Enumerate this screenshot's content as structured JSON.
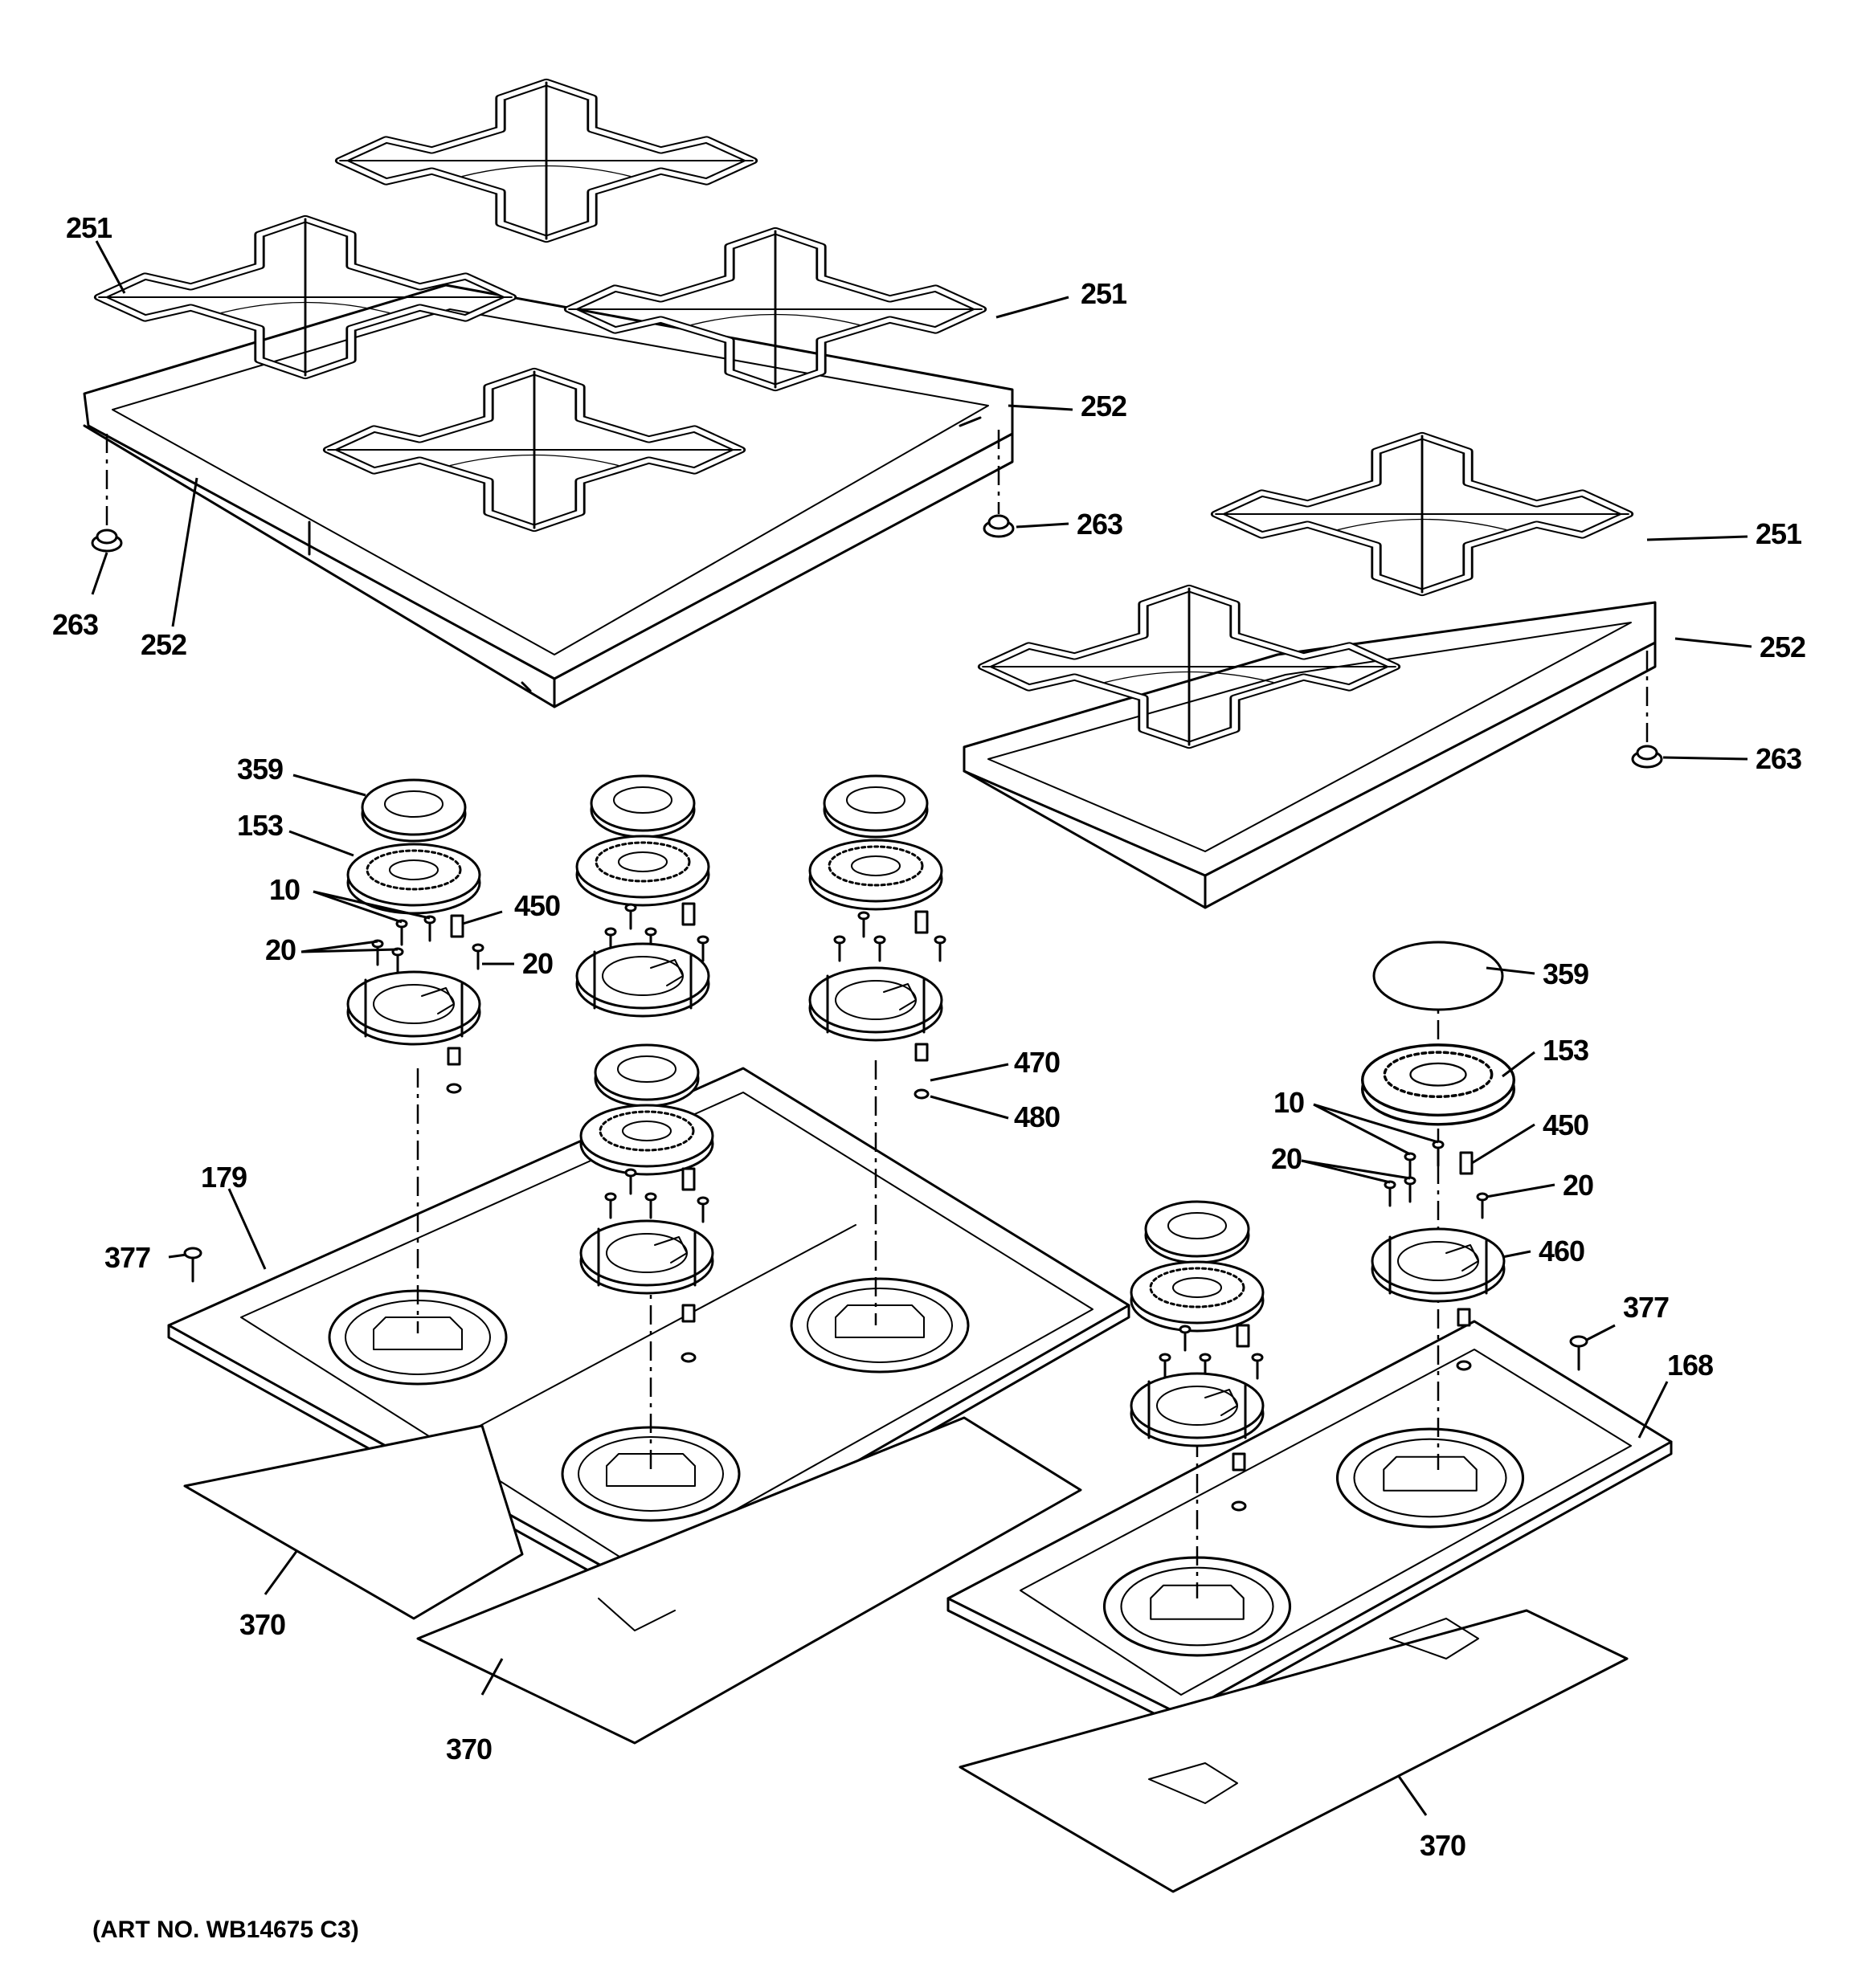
{
  "art_number": "(ART NO. WB14675 C3)",
  "callouts": {
    "c251a": "251",
    "c251b": "251",
    "c251c": "251",
    "c252a": "252",
    "c252b": "252",
    "c252c": "252",
    "c263a": "263",
    "c263b": "263",
    "c263c": "263",
    "c359a": "359",
    "c359b": "359",
    "c153a": "153",
    "c153b": "153",
    "c10a": "10",
    "c10b": "10",
    "c450a": "450",
    "c450b": "450",
    "c20a": "20",
    "c20b": "20",
    "c20c": "20",
    "c20d": "20",
    "c470": "470",
    "c480": "480",
    "c460": "460",
    "c179": "179",
    "c168": "168",
    "c377a": "377",
    "c377b": "377",
    "c370a": "370",
    "c370b": "370",
    "c370c": "370"
  }
}
